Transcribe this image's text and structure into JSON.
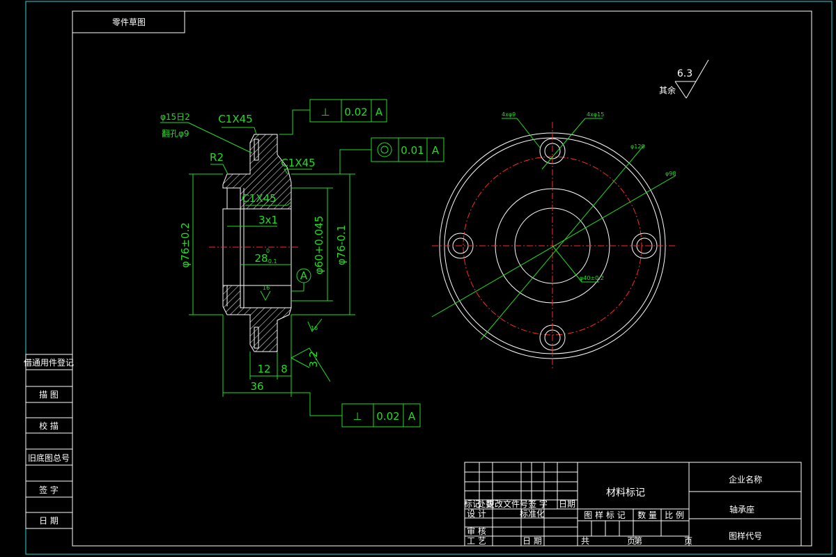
{
  "drawing": {
    "stamp_top_left": "零件草图",
    "roughness": {
      "value": "6.3",
      "note": "其余"
    },
    "side_view": {
      "hole_note_1": "φ15日2",
      "hole_note_2": "翻孔φ9",
      "chamfer_top": "C1X45",
      "chamfer_right": "C1X45",
      "chamfer_inner": "C1X45",
      "fillet": "R2",
      "dim_outer_left": "φ76±0.2",
      "dim_bore": "φ60+0.045",
      "dim_outer_right": "φ76-0.1",
      "dim_3x1": "3x1",
      "dim_28": "28",
      "dim_28_tol_top": "0",
      "dim_28_tol_bottom": "-0.1",
      "datum": "A",
      "dim_12": "12",
      "dim_8": "8",
      "dim_36": "36",
      "rough_16_a": "16",
      "rough_16_b": "16",
      "rough_32": "3.2",
      "tol_frame_1": {
        "symbol": "⊥",
        "value": "0.02",
        "datum": "A"
      },
      "tol_frame_2": {
        "symbol": "◎",
        "value": "0.01",
        "datum": "A"
      },
      "tol_frame_3": {
        "symbol": "⊥",
        "value": "0.02",
        "datum": "A"
      }
    },
    "front_view": {
      "label_4x9": "4xφ9",
      "label_4x15": "4xφ15",
      "label_120": "φ120",
      "label_98": "φ98",
      "label_40": "φ40±0.2"
    }
  },
  "left_panel": {
    "rows": [
      "借通用件登记",
      "描 图",
      "校 描",
      "旧底图总号",
      "签 字",
      "日 期"
    ]
  },
  "title_block": {
    "material_title": "材料标记",
    "company": "企业名称",
    "part_name": "轴承座",
    "drawing_code": "图样代号",
    "header_row": [
      "标记",
      "处数",
      "更改文件号",
      "签 字",
      "日期"
    ],
    "row_design": [
      "设 计",
      "标准化"
    ],
    "row_review": "审 核",
    "row_process": [
      "工 艺",
      "日 期"
    ],
    "stage_labels": [
      "图 样 标 记",
      "数 量",
      "比 例"
    ],
    "sheet_labels": [
      "共",
      "页",
      "第",
      "页"
    ]
  }
}
